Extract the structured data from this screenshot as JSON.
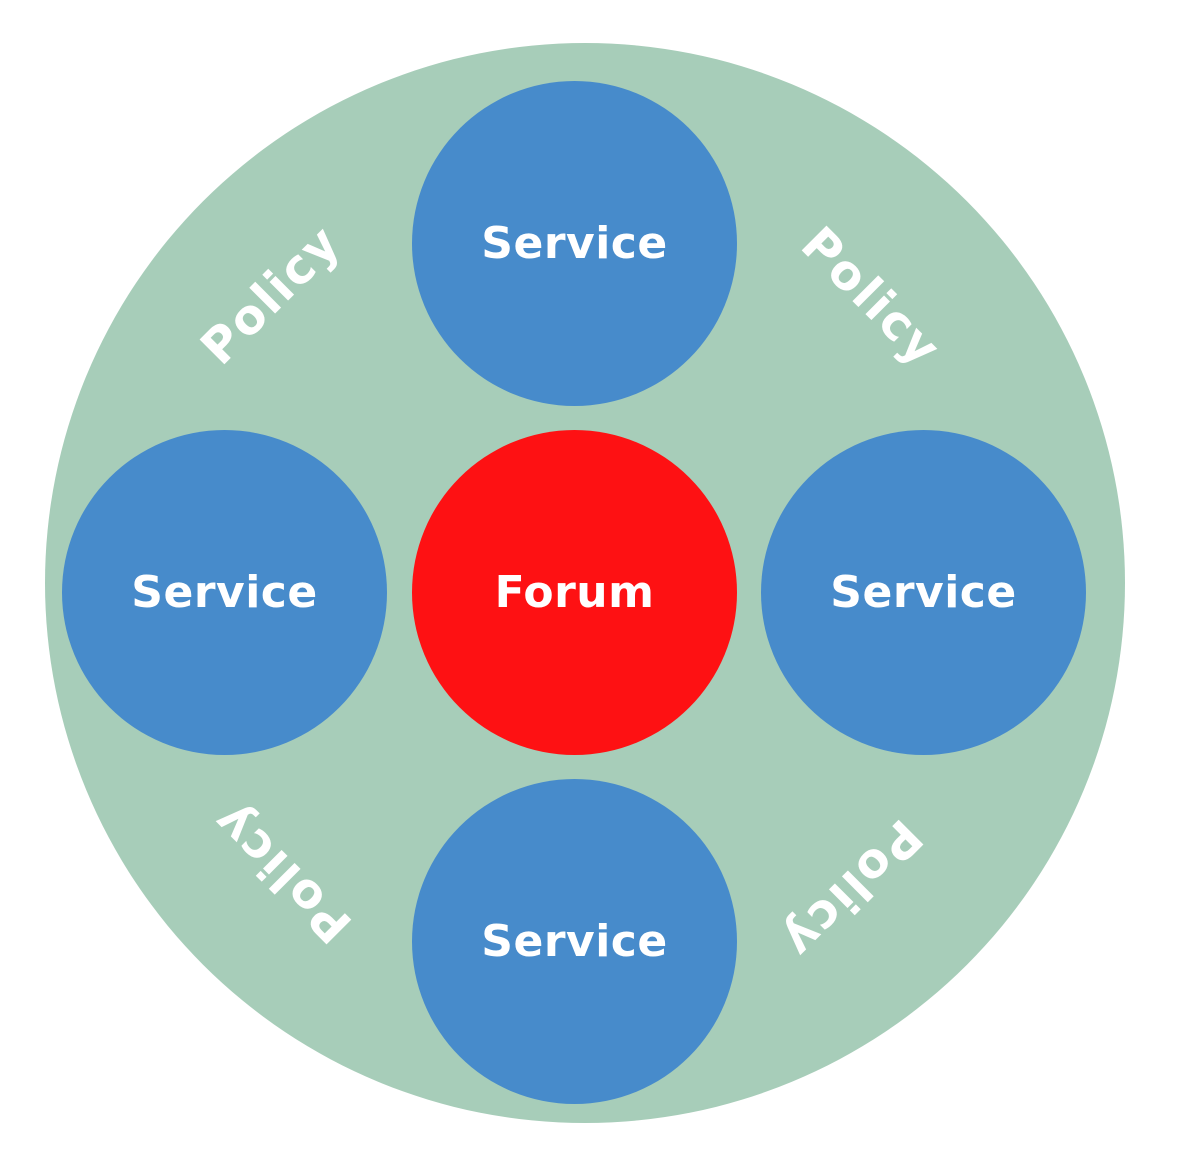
{
  "colors": {
    "outer": "#a7cdb9",
    "service": "#478bcb",
    "forum": "#fe1113",
    "text": "#ffffff"
  },
  "center": {
    "label": "Forum"
  },
  "services": {
    "top": "Service",
    "left": "Service",
    "right": "Service",
    "bottom": "Service"
  },
  "policies": {
    "top_left": "Policy",
    "top_right": "Policy",
    "bottom_left": "Policy",
    "bottom_right": "Policy"
  }
}
